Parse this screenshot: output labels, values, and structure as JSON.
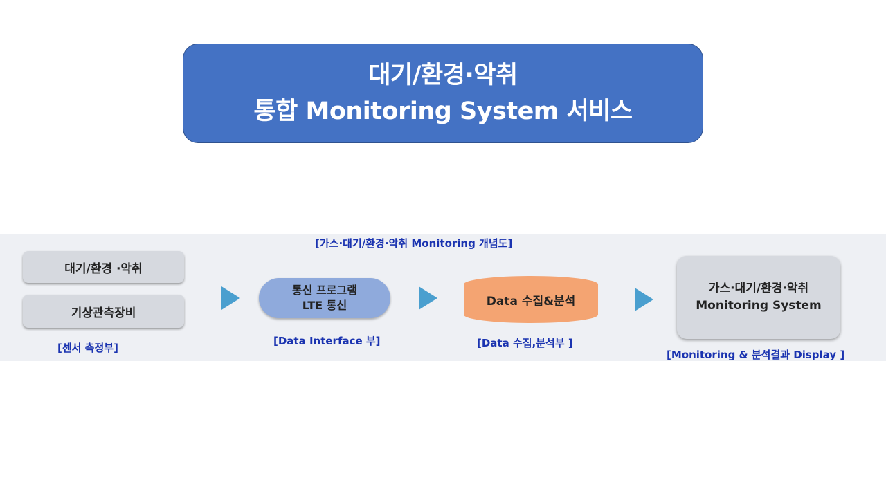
{
  "title": {
    "line1": "대기/환경·악취",
    "line2": "통합 Monitoring System 서비스"
  },
  "diagram": {
    "heading": "[가스·대기/환경·악취 Monitoring 개념도]",
    "sensor": {
      "box1": "대기/환경 ·악취",
      "box2": "기상관측장비",
      "caption": "[센서 측정부]"
    },
    "interface": {
      "line1": "통신 프로그램",
      "line2": "LTE 통신",
      "caption": "[Data Interface 부]"
    },
    "analysis": {
      "label": "Data 수집&분석",
      "caption": "[Data 수집,분석부 ]"
    },
    "monitoring": {
      "line1": "가스·대기/환경·악취",
      "line2": "Monitoring System",
      "caption": "[Monitoring & 분석결과 Display ]"
    }
  },
  "colors": {
    "title_bg": "#4472c4",
    "caption_text": "#1a33b0",
    "arrow": "#4a9fcf",
    "lte_fill": "#8faadc",
    "data_fill": "#f4a472",
    "box_fill": "#d6d9df"
  }
}
